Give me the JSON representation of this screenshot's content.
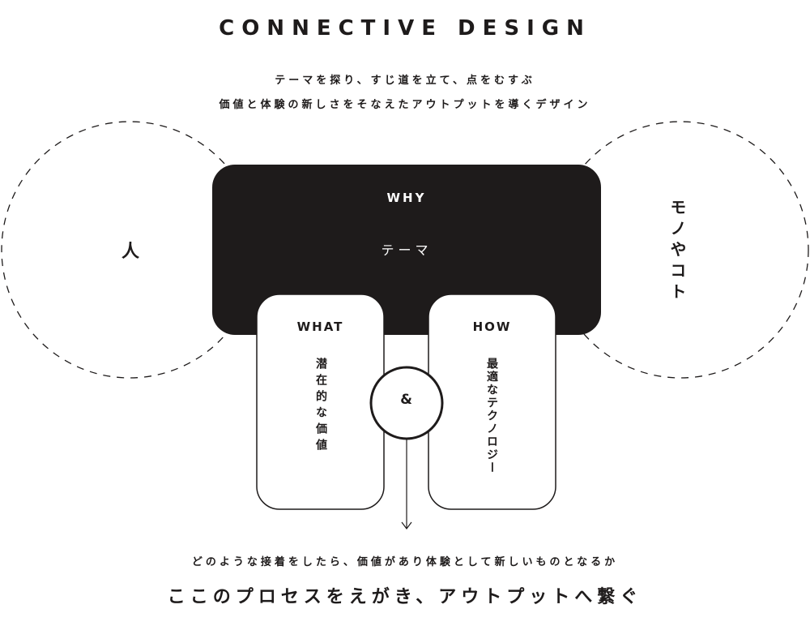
{
  "title": "CONNECTIVE DESIGN",
  "subtitle_line1": "テーマを探り、すじ道を立て、点をむすぶ",
  "subtitle_line2": "価値と体験の新しさをそなえたアウトプットを導くデザイン",
  "left_circle": {
    "label": "人"
  },
  "right_circle": {
    "label": "モノやコト"
  },
  "why_box": {
    "heading": "WHY",
    "label": "テーマ"
  },
  "what_box": {
    "heading": "WHAT",
    "label": "潜在的な価値"
  },
  "how_box": {
    "heading": "HOW",
    "label": "最適なテクノロジー"
  },
  "connector": {
    "label": "&"
  },
  "footer_line1": "どのような接着をしたら、価値があり体験として新しいものとなるか",
  "footer_line2": "ここのプロセスをえがき、アウトプットへ繋ぐ",
  "colors": {
    "dark": "#1e1b1b",
    "light": "#ffffff"
  }
}
